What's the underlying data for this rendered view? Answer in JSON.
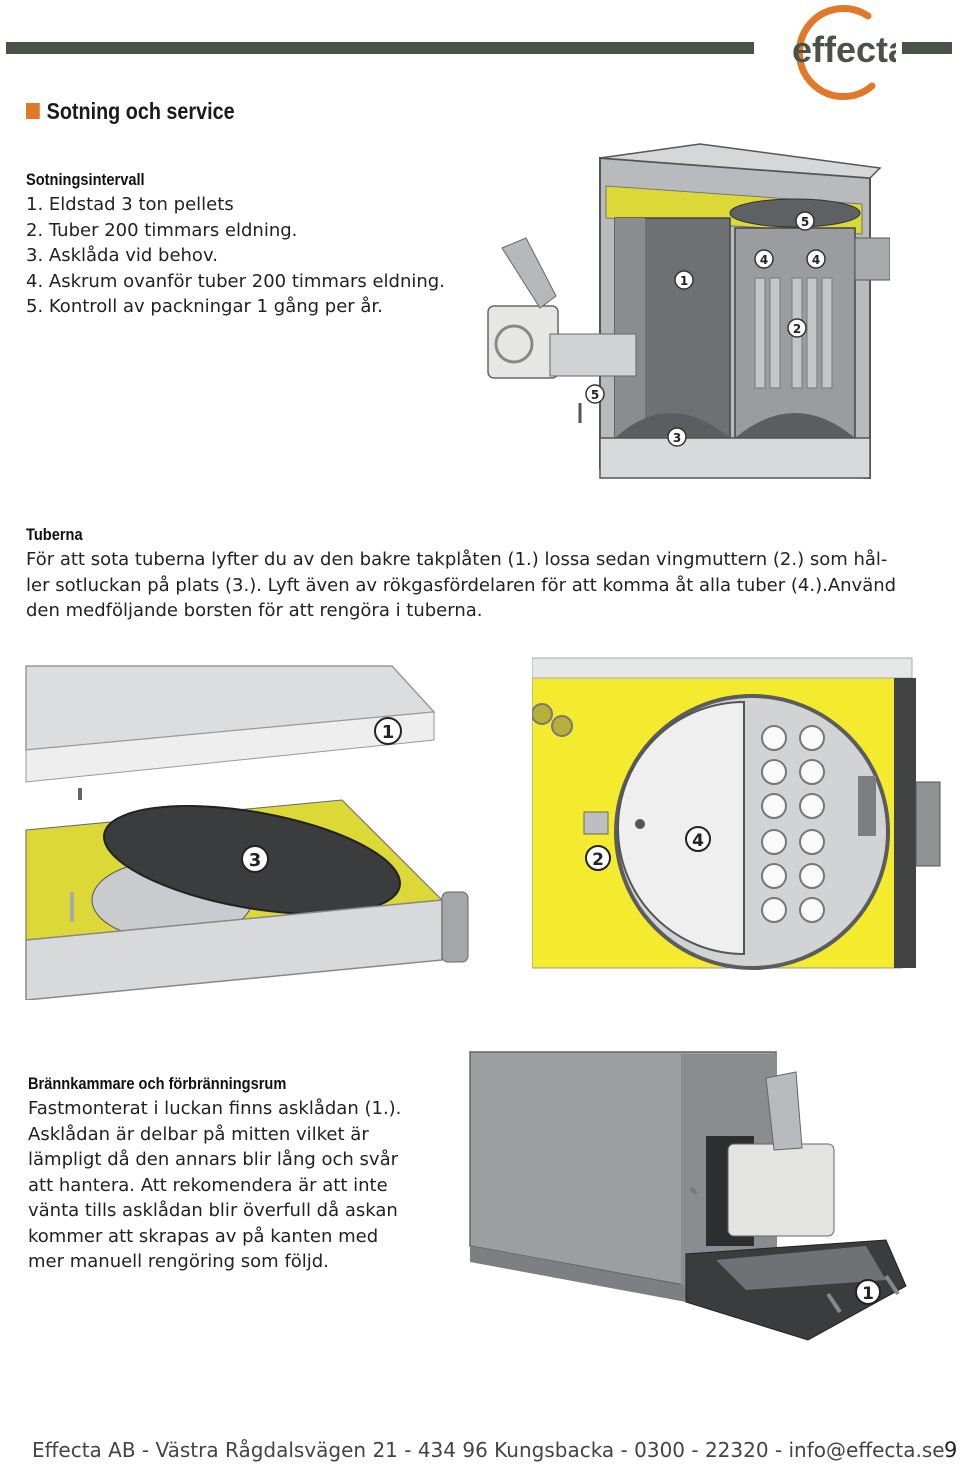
{
  "brand": {
    "name": "effecta",
    "accent": "#e07a2a",
    "bar_color": "#4a5346"
  },
  "section_title": "Sotning och service",
  "sotningsintervall": {
    "heading": "Sotningsintervall",
    "items": [
      "1. Eldstad 3 ton pellets",
      "2. Tuber 200 timmars eldning.",
      "3. Asklåda vid behov.",
      "4. Askrum ovanför tuber 200 timmars eldning.",
      "5. Kontroll av packningar 1 gång per år."
    ]
  },
  "tuberna": {
    "heading": "Tuberna",
    "lines": [
      "För att sota tuberna lyfter du av den bakre takplåten (1.)  lossa sedan vingmuttern (2.) som hål-",
      "ler sotluckan på plats (3.). Lyft även av rökgasfördelaren för att komma åt alla tuber (4.).Använd",
      "den medföljande borsten för att rengöra i tuberna."
    ]
  },
  "brannkammare": {
    "heading": "Brännkammare och förbränningsrum",
    "lines": [
      "Fastmonterat i luckan finns asklådan (1.).",
      "Asklådan är delbar på mitten vilket är",
      "lämpligt då den annars blir lång och svår",
      "att hantera. Att rekomendera är att inte",
      "vänta tills asklådan blir överfull då askan",
      "kommer att skrapas av på kanten med",
      "mer manuell rengöring som följd."
    ]
  },
  "callouts": {
    "fig1": [
      "1",
      "2",
      "3",
      "4",
      "4",
      "5",
      "5"
    ],
    "fig2": [
      "1",
      "3"
    ],
    "fig3": [
      "2",
      "4"
    ],
    "fig4": [
      "1"
    ]
  },
  "footer": "Effecta AB - Västra Rågdalsvägen 21 - 434 96 Kungsbacka - 0300 - 22320 - info@effecta.se",
  "page_number": "9"
}
